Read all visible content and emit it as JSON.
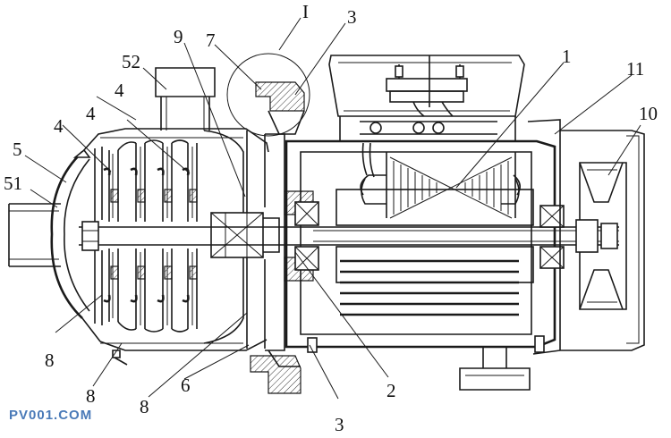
{
  "labels": {
    "l_I": "I",
    "l_3_top": "3",
    "l_9": "9",
    "l_7": "7",
    "l_52": "52",
    "l_1": "1",
    "l_11": "11",
    "l_4_a": "4",
    "l_4_b": "4",
    "l_4_c": "4",
    "l_10": "10",
    "l_5": "5",
    "l_51": "51",
    "l_8_a": "8",
    "l_8_b": "8",
    "l_8_c": "8",
    "l_6": "6",
    "l_2": "2",
    "l_3_bottom": "3"
  },
  "watermark": "PV001.COM"
}
